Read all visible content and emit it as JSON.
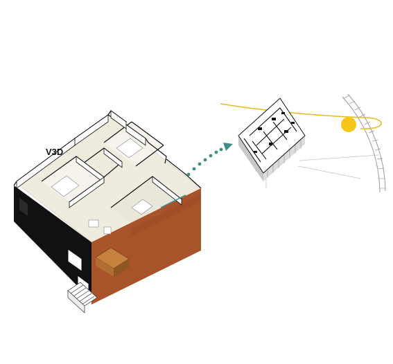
{
  "unit_label": "V3D",
  "colors": {
    "background": "#ffffff",
    "wall_black": "#111111",
    "facade_brick": "#a9532a",
    "floor_cream": "#f0ebdf",
    "accent_teal": "#3f8f86",
    "sun_yellow": "#f5c518",
    "orbit_yellow": "#e8bd1a",
    "scale_grey": "#9a9a9a",
    "building_grey": "#c8c8c8"
  },
  "icons": [
    "isometric-apartment-plan",
    "dotted-arrow",
    "building-massing",
    "sun-icon",
    "sun-path-arc",
    "compass-scale"
  ]
}
